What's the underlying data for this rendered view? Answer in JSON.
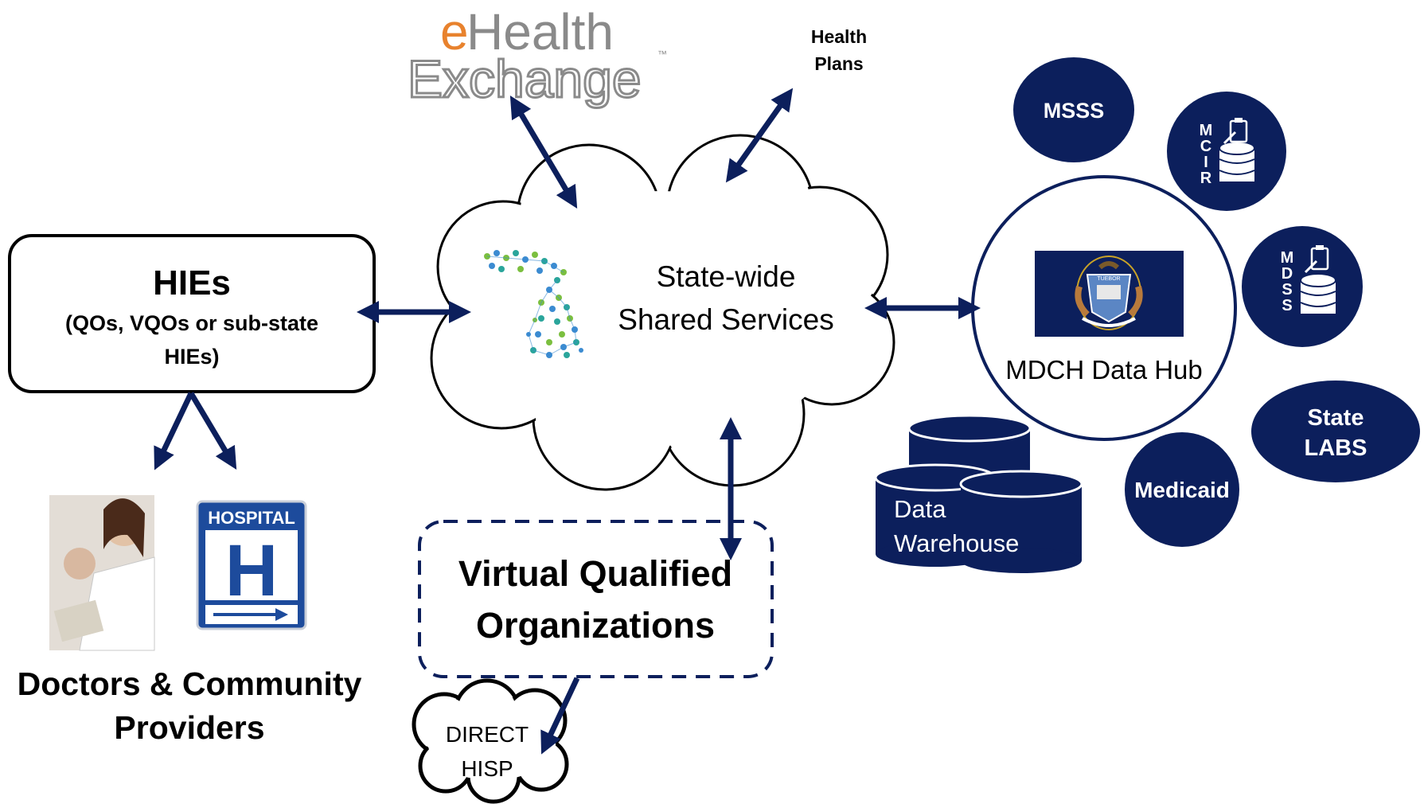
{
  "logo": {
    "line1_orange": "e",
    "line1_gray": "Health",
    "line2": "Exchange",
    "tm": "™"
  },
  "health_plans": {
    "line1": "Health",
    "line2": "Plans"
  },
  "hies": {
    "title": "HIEs",
    "sub1": "(QOs, VQOs or sub-state",
    "sub2": "HIEs)"
  },
  "cloud": {
    "line1": "State-wide",
    "line2": "Shared Services"
  },
  "doctors": {
    "line1": "Doctors & Community",
    "line2": "Providers"
  },
  "hospital": {
    "sign_label": "HOSPITAL",
    "letter": "H"
  },
  "vqo": {
    "line1": "Virtual Qualified",
    "line2": "Organizations"
  },
  "direct": {
    "line1": "DIRECT",
    "line2": "HISP"
  },
  "data_hub": {
    "label": "MDCH Data Hub",
    "seal_text": "TUEBOR"
  },
  "satellites": {
    "msss": "MSSS",
    "mcir_letters": [
      "M",
      "C",
      "I",
      "R"
    ],
    "mdss_letters": [
      "M",
      "D",
      "S",
      "S"
    ],
    "state_labs_1": "State",
    "state_labs_2": "LABS",
    "medicaid": "Medicaid"
  },
  "warehouse": {
    "line1": "Data",
    "line2": "Warehouse"
  },
  "colors": {
    "navy": "#0c1f5c",
    "outline": "#000000",
    "logo_orange": "#e8822d",
    "logo_gray": "#8a8a8a",
    "hospital_blue": "#1d4b9c",
    "white": "#ffffff"
  }
}
